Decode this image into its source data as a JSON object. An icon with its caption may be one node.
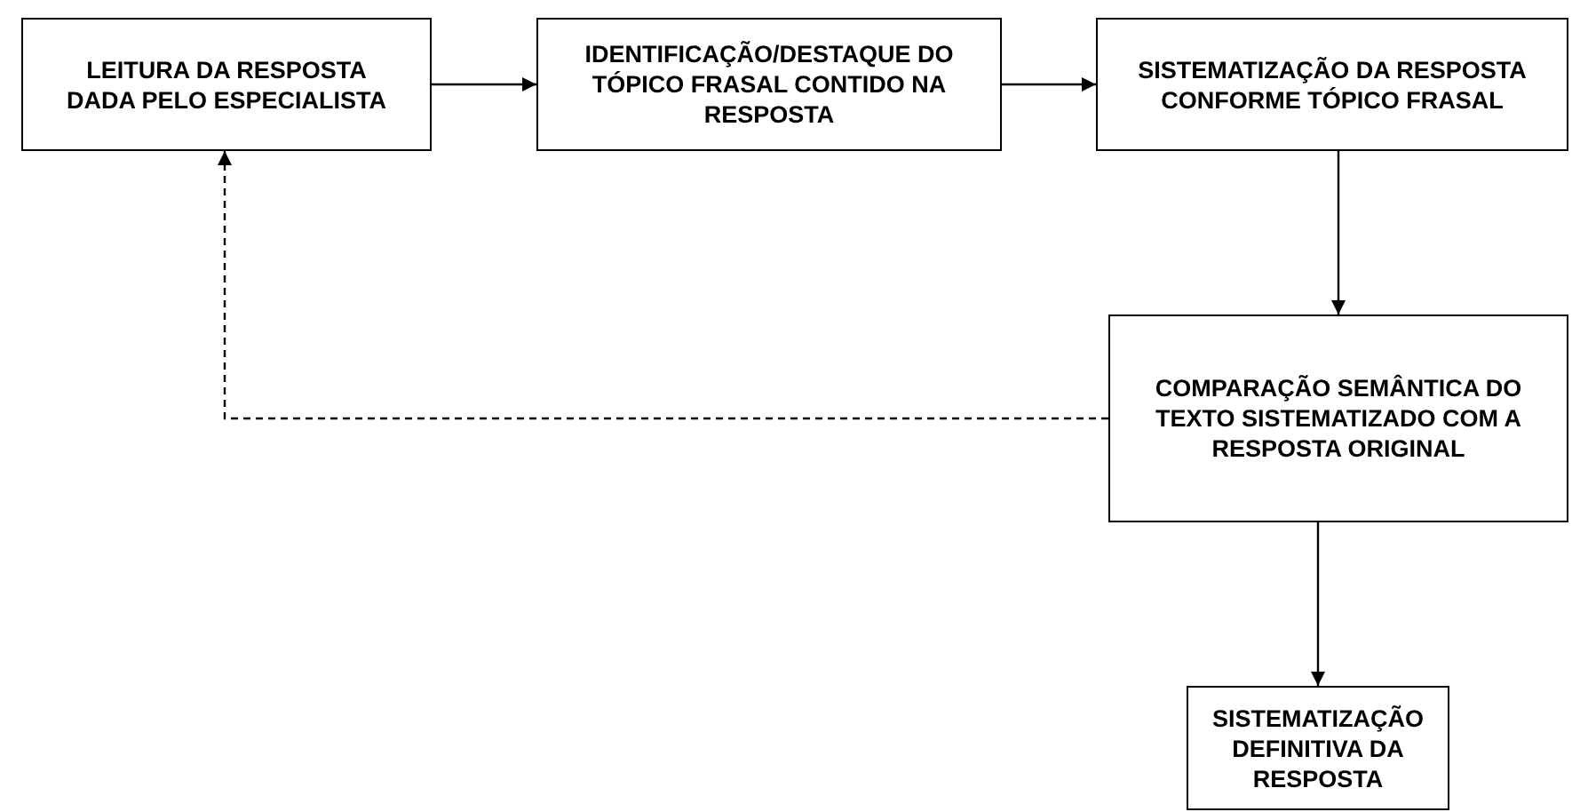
{
  "diagram": {
    "nodes": [
      {
        "text": [
          "LEITURA DA RESPOSTA DADA PELO ESPECIALISTA"
        ]
      },
      {
        "text": [
          "IDENTIFICAÇÃO/DESTAQUE DO TÓPICO FRASAL CONTIDO NA RESPOSTA"
        ]
      },
      {
        "text": [
          "SISTEMATIZAÇÃO DA RESPOSTA CONFORME TÓPICO FRASAL"
        ]
      },
      {
        "text": [
          "COMPARAÇÃO SEMÂNTICA DO TEXTO SISTEMATIZADO COM A RESPOSTA ORIGINAL"
        ]
      },
      {
        "text": [
          "SISTEMATIZAÇÃO DEFINITIVA DA RESPOSTA"
        ]
      }
    ],
    "edges": [
      {
        "from": 0,
        "to": 1,
        "arrow": "to"
      },
      {
        "from": 1,
        "to": 2,
        "arrow": "to"
      },
      {
        "from": 2,
        "to": 3,
        "arrow": "to"
      },
      {
        "from": 3,
        "to": 4,
        "arrow": "to"
      },
      {
        "from": 3,
        "to": 0,
        "arrow": "to",
        "style": "dashed"
      }
    ]
  }
}
